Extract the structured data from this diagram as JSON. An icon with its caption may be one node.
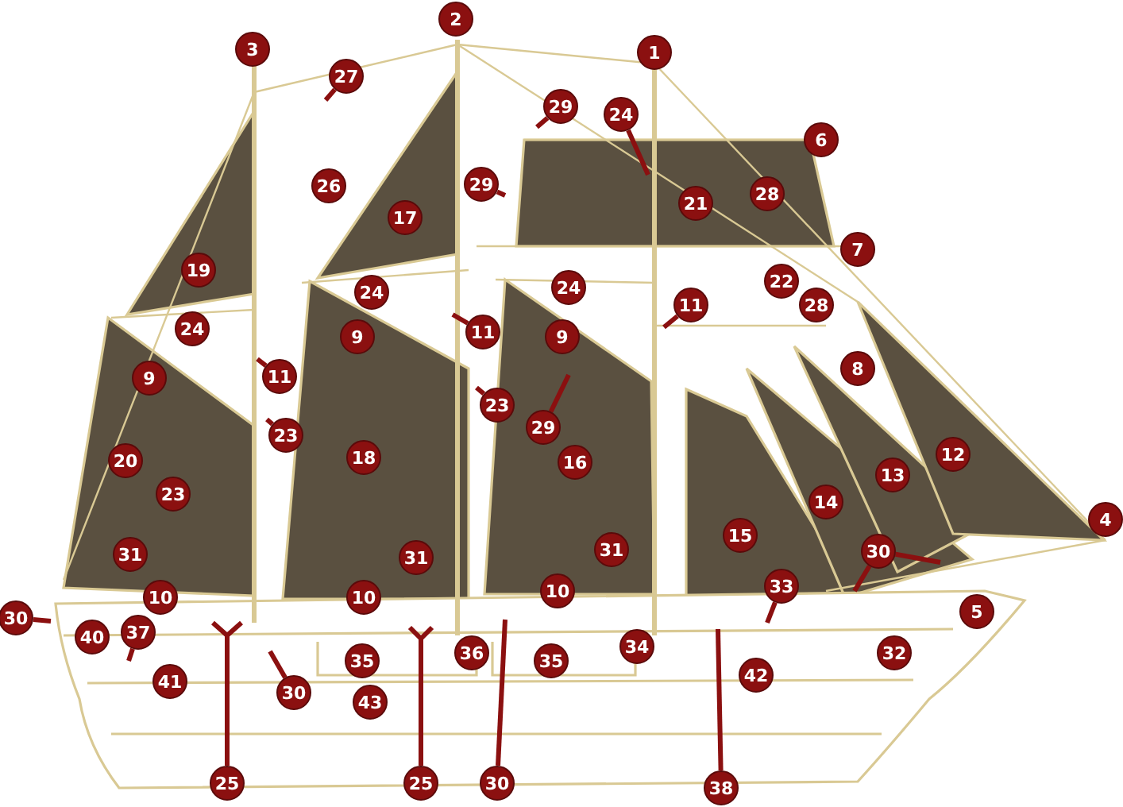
{
  "diagram": {
    "nodes": [
      {
        "text": [
          "2"
        ]
      },
      {
        "text": [
          "3"
        ]
      },
      {
        "text": [
          "1"
        ]
      },
      {
        "text": [
          "27"
        ]
      },
      {
        "text": [
          "29"
        ]
      },
      {
        "text": [
          "24"
        ]
      },
      {
        "text": [
          "6"
        ]
      },
      {
        "text": [
          "26"
        ]
      },
      {
        "text": [
          "29"
        ]
      },
      {
        "text": [
          "28"
        ]
      },
      {
        "text": [
          "21"
        ]
      },
      {
        "text": [
          "17"
        ]
      },
      {
        "text": [
          "7"
        ]
      },
      {
        "text": [
          "19"
        ]
      },
      {
        "text": [
          "22"
        ]
      },
      {
        "text": [
          "24"
        ]
      },
      {
        "text": [
          "24"
        ]
      },
      {
        "text": [
          "11"
        ]
      },
      {
        "text": [
          "28"
        ]
      },
      {
        "text": [
          "24"
        ]
      },
      {
        "text": [
          "11"
        ]
      },
      {
        "text": [
          "9"
        ]
      },
      {
        "text": [
          "9"
        ]
      },
      {
        "text": [
          "8"
        ]
      },
      {
        "text": [
          "11"
        ]
      },
      {
        "text": [
          "9"
        ]
      },
      {
        "text": [
          "23"
        ]
      },
      {
        "text": [
          "29"
        ]
      },
      {
        "text": [
          "23"
        ]
      },
      {
        "text": [
          "12"
        ]
      },
      {
        "text": [
          "18"
        ]
      },
      {
        "text": [
          "20"
        ]
      },
      {
        "text": [
          "16"
        ]
      },
      {
        "text": [
          "13"
        ]
      },
      {
        "text": [
          "23"
        ]
      },
      {
        "text": [
          "14"
        ]
      },
      {
        "text": [
          "4"
        ]
      },
      {
        "text": [
          "15"
        ]
      },
      {
        "text": [
          "30"
        ]
      },
      {
        "text": [
          "31"
        ]
      },
      {
        "text": [
          "31"
        ]
      },
      {
        "text": [
          "31"
        ]
      },
      {
        "text": [
          "33"
        ]
      },
      {
        "text": [
          "10"
        ]
      },
      {
        "text": [
          "10"
        ]
      },
      {
        "text": [
          "10"
        ]
      },
      {
        "text": [
          "5"
        ]
      },
      {
        "text": [
          "30"
        ]
      },
      {
        "text": [
          "37"
        ]
      },
      {
        "text": [
          "40"
        ]
      },
      {
        "text": [
          "36"
        ]
      },
      {
        "text": [
          "34"
        ]
      },
      {
        "text": [
          "32"
        ]
      },
      {
        "text": [
          "35"
        ]
      },
      {
        "text": [
          "35"
        ]
      },
      {
        "text": [
          "42"
        ]
      },
      {
        "text": [
          "41"
        ]
      },
      {
        "text": [
          "30"
        ]
      },
      {
        "text": [
          "43"
        ]
      },
      {
        "text": [
          "25"
        ]
      },
      {
        "text": [
          "25"
        ]
      },
      {
        "text": [
          "30"
        ]
      },
      {
        "text": [
          "38"
        ]
      }
    ],
    "edges": [
      {
        "from": 3,
        "to": null,
        "arrow": "none"
      },
      {
        "from": 4,
        "to": null,
        "arrow": "none"
      },
      {
        "from": 5,
        "to": null,
        "arrow": "none"
      },
      {
        "from": 8,
        "to": null,
        "arrow": "none"
      },
      {
        "from": 17,
        "to": null,
        "arrow": "none"
      },
      {
        "from": 20,
        "to": null,
        "arrow": "none"
      },
      {
        "from": 24,
        "to": null,
        "arrow": "none"
      },
      {
        "from": 26,
        "to": null,
        "arrow": "none"
      },
      {
        "from": 27,
        "to": null,
        "arrow": "none"
      },
      {
        "from": 28,
        "to": null,
        "arrow": "none"
      },
      {
        "from": 38,
        "to": null,
        "arrow": "none"
      },
      {
        "from": 38,
        "to": null,
        "arrow": "none"
      },
      {
        "from": 42,
        "to": null,
        "arrow": "none"
      },
      {
        "from": 47,
        "to": null,
        "arrow": "none"
      },
      {
        "from": 48,
        "to": null,
        "arrow": "none"
      },
      {
        "from": 57,
        "to": null,
        "arrow": "none"
      },
      {
        "from": 59,
        "to": null,
        "arrow": "none"
      },
      {
        "from": 59,
        "to": null,
        "arrow": "none"
      },
      {
        "from": 60,
        "to": null,
        "arrow": "none"
      },
      {
        "from": 60,
        "to": null,
        "arrow": "none"
      },
      {
        "from": 61,
        "to": null,
        "arrow": "none"
      },
      {
        "from": 62,
        "to": null,
        "arrow": "none"
      }
    ]
  }
}
